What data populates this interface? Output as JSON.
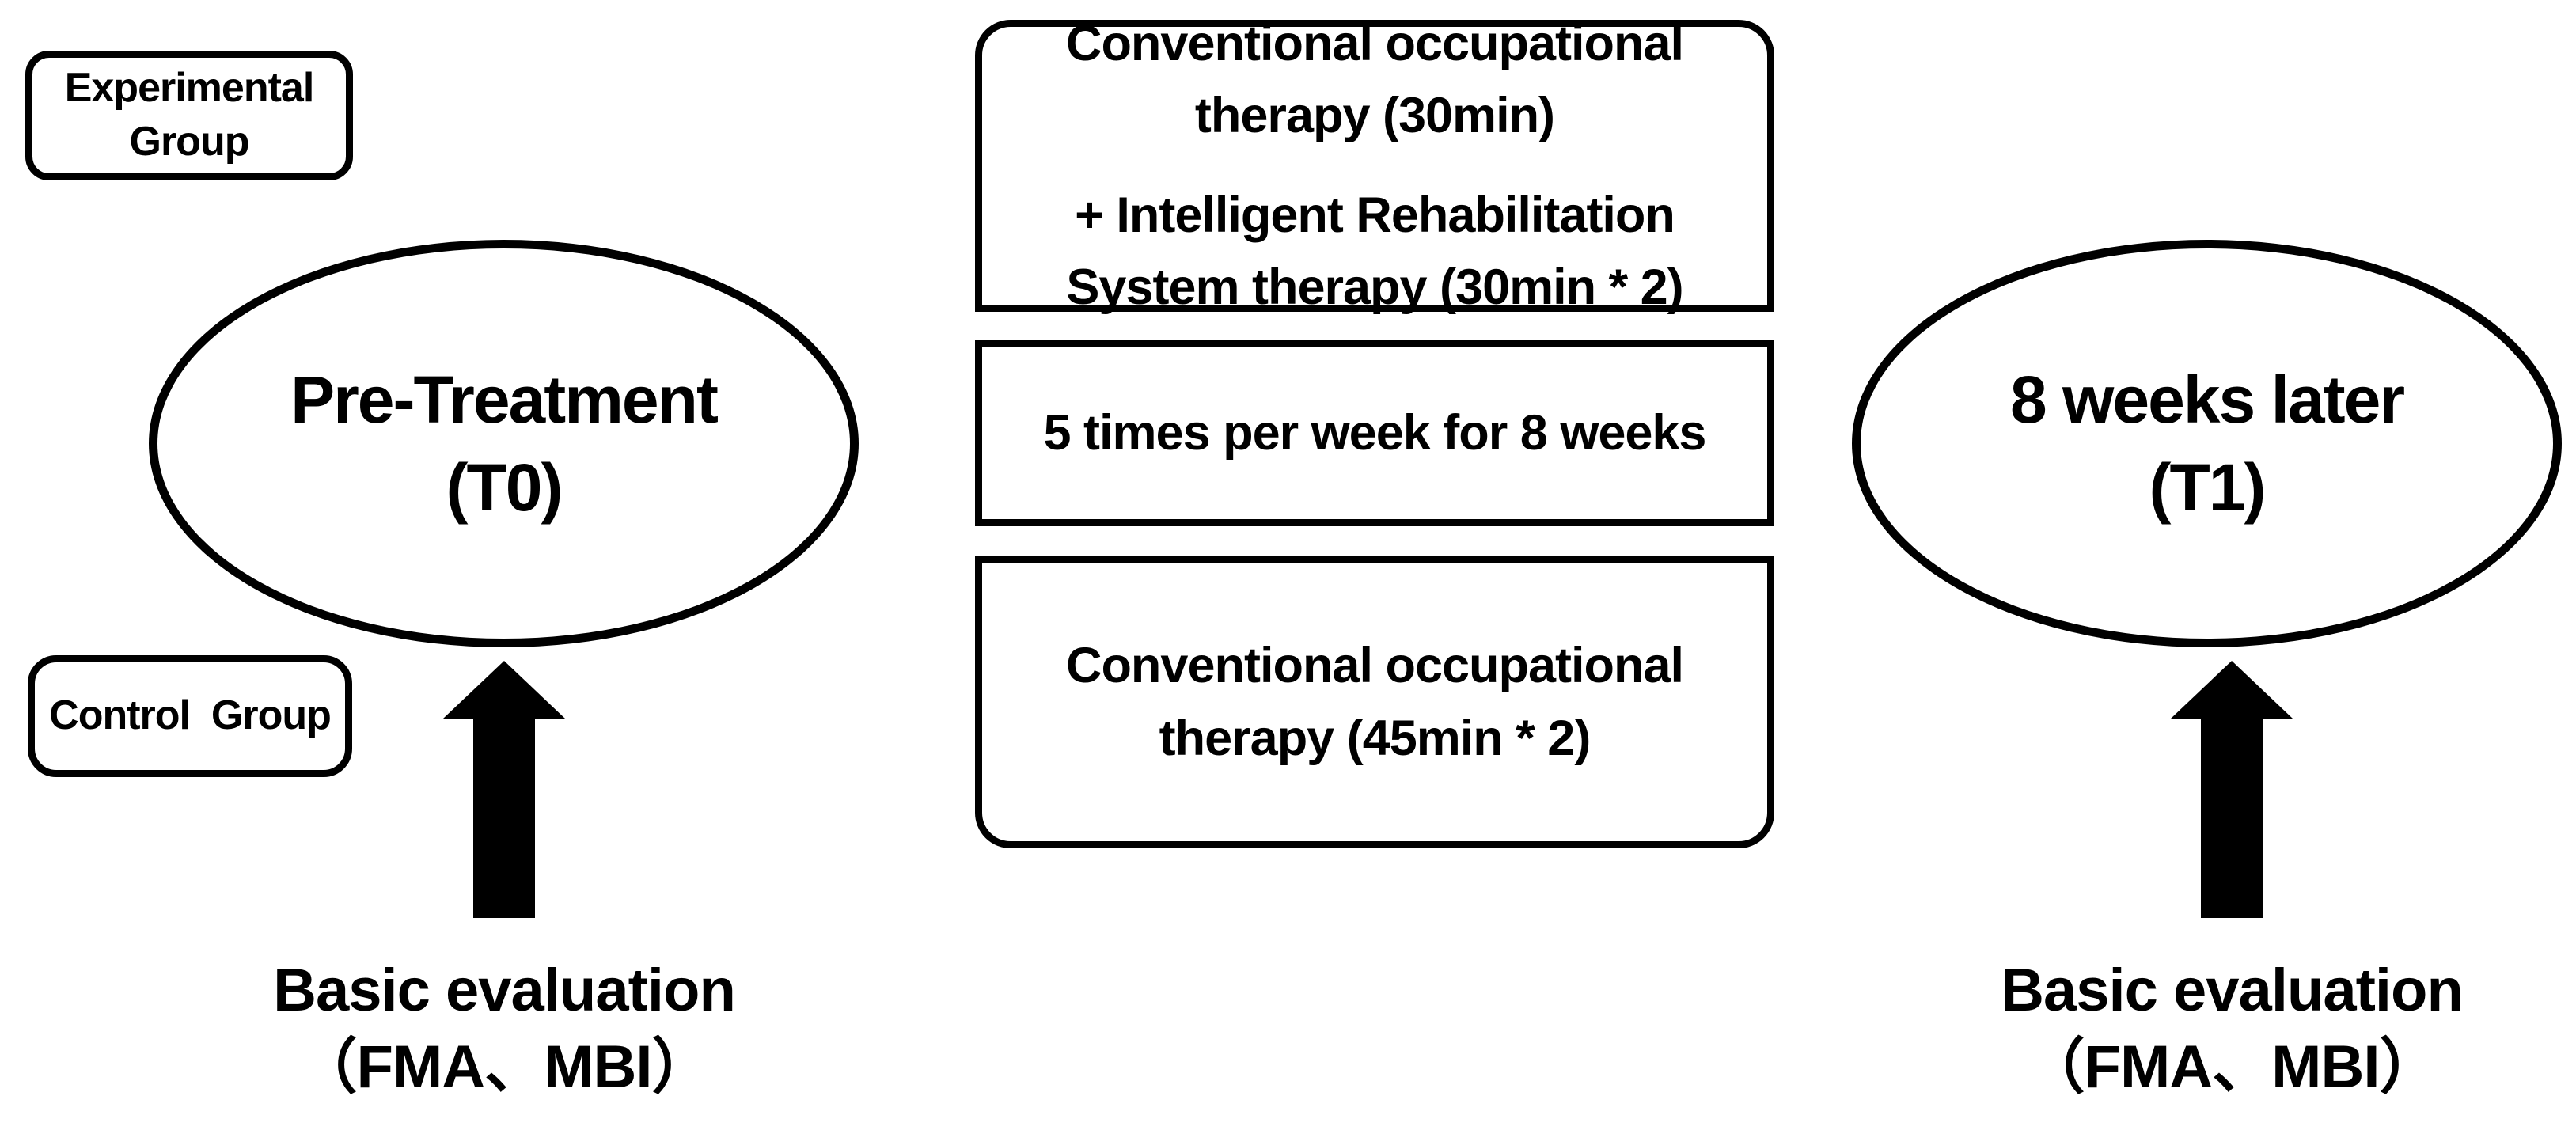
{
  "figure": {
    "title_semantic": "Study design flow diagram",
    "colors": {
      "ink": "#000000",
      "background": "#ffffff"
    },
    "groups": {
      "experimental": "Experimental\nGroup",
      "control": "Control  Group"
    },
    "timepoints": {
      "baseline": "Pre-Treatment\n(T0)",
      "followup": "8 weeks later\n(T1)"
    },
    "protocol": {
      "experimental_therapy": "Conventional occupational\ntherapy (30min)",
      "experimental_addition": "+ Intelligent Rehabilitation\nSystem therapy (30min * 2)",
      "schedule": "5 times per week for 8 weeks",
      "control_therapy": "Conventional occupational\ntherapy (45min * 2)"
    },
    "evaluation": {
      "left": {
        "line1": "Basic evaluation",
        "line2": "（FMA、MBI）"
      },
      "right": {
        "line1": "Basic evaluation",
        "line2": "（FMA、MBI）"
      }
    },
    "icons": {
      "arrow_left": "up-arrow",
      "arrow_right": "up-arrow"
    }
  }
}
